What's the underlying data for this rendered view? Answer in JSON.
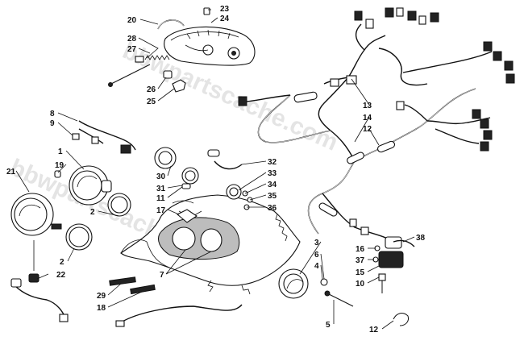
{
  "watermark": "bbwpartscache.com",
  "callouts": {
    "c20": "20",
    "c23": "23",
    "c24": "24",
    "c28": "28",
    "c27": "27",
    "c26": "26",
    "c25": "25",
    "c13": "13",
    "c14": "14",
    "c12a": "12",
    "c8": "8",
    "c9": "9",
    "c1": "1",
    "c19": "19",
    "c21": "21",
    "c30": "30",
    "c31": "31",
    "c11": "11",
    "c17": "17",
    "c32": "32",
    "c33": "33",
    "c34": "34",
    "c35": "35",
    "c36": "36",
    "c2a": "2",
    "c2b": "2",
    "c22": "22",
    "c7": "7",
    "c29": "29",
    "c18": "18",
    "c3": "3",
    "c6": "6",
    "c4": "4",
    "c5": "5",
    "c16": "16",
    "c37": "37",
    "c15": "15",
    "c10": "10",
    "c38": "38",
    "c12b": "12"
  }
}
